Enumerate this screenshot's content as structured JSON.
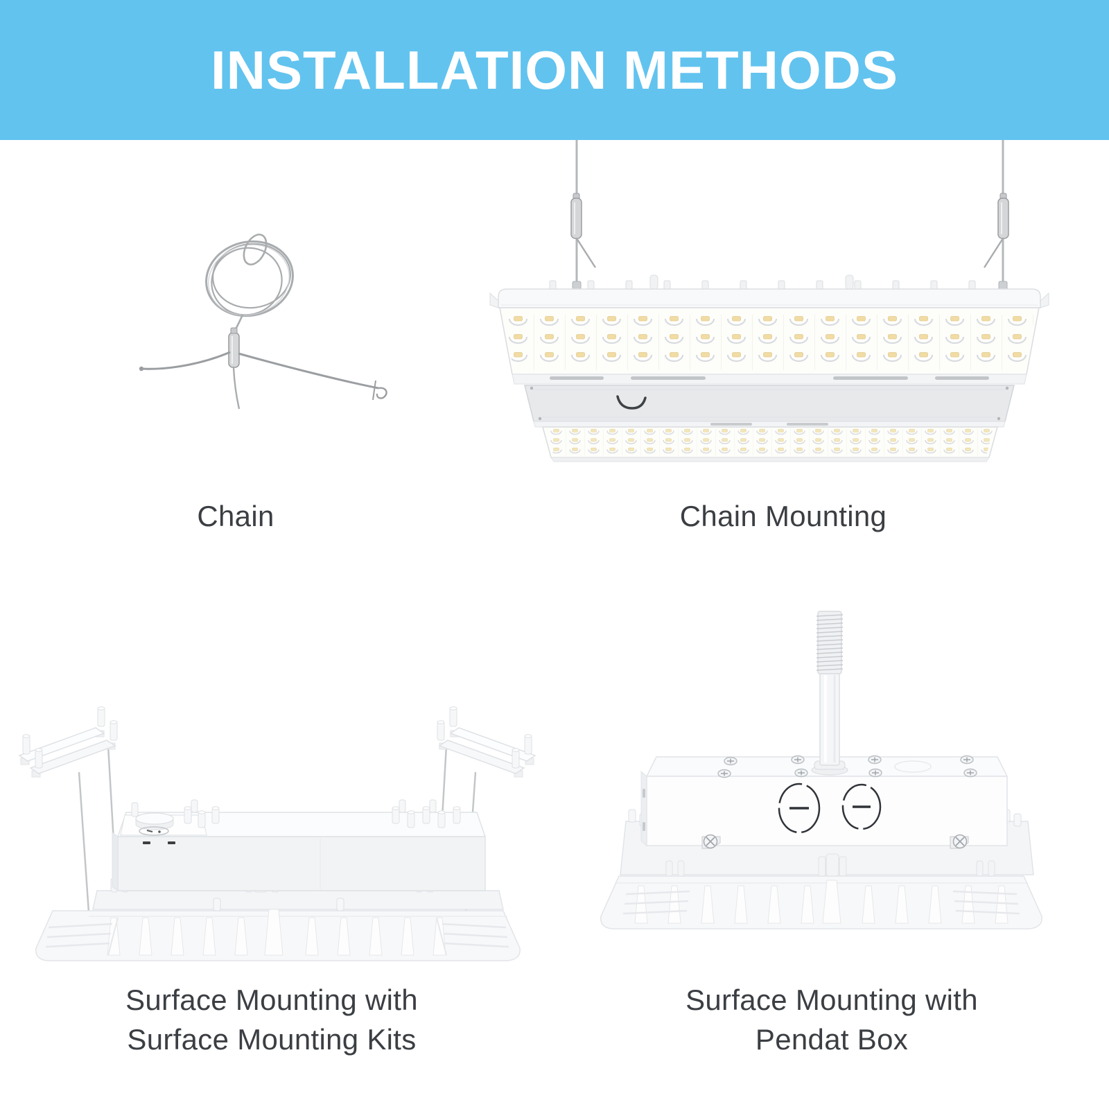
{
  "header": {
    "title": "INSTALLATION METHODS",
    "background_color": "#62C3EF",
    "text_color": "#FFFFFF"
  },
  "figures": [
    {
      "id": "chain",
      "caption_lines": [
        "Chain"
      ],
      "illustration": "hanging-steel-cable-kit"
    },
    {
      "id": "chain-mounting",
      "caption_lines": [
        "Chain Mounting"
      ],
      "illustration": "linear-highbay-suspended-by-cables"
    },
    {
      "id": "surface-mounting-kits",
      "caption_lines": [
        "Surface Mounting with",
        "Surface Mounting Kits"
      ],
      "illustration": "highbay-back-with-surface-mounting-kits"
    },
    {
      "id": "pendant-box",
      "caption_lines": [
        "Surface Mounting with",
        "Pendat Box"
      ],
      "illustration": "highbay-back-with-pendant-box"
    }
  ],
  "style": {
    "page_background": "#FFFFFF",
    "caption_color": "#3B3E42",
    "metal_stroke_color": "#A9ACAE",
    "fixture_line_color": "#DDE0E3",
    "led_dot_color": "#F0DCA4"
  }
}
